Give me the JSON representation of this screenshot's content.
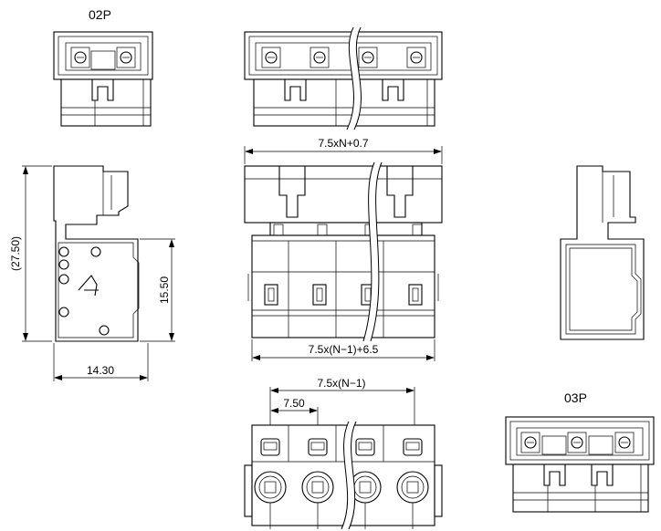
{
  "labels": {
    "view_02p": "02P",
    "view_03p": "03P"
  },
  "dimensions": {
    "height_total": "(27.50)",
    "height_body": "15.50",
    "depth": "14.30",
    "width_top": "7.5xN+0.7",
    "width_bottom": "7.5x(N−1)+6.5",
    "pitch_span": "7.5x(N−1)",
    "pitch": "7.50"
  }
}
